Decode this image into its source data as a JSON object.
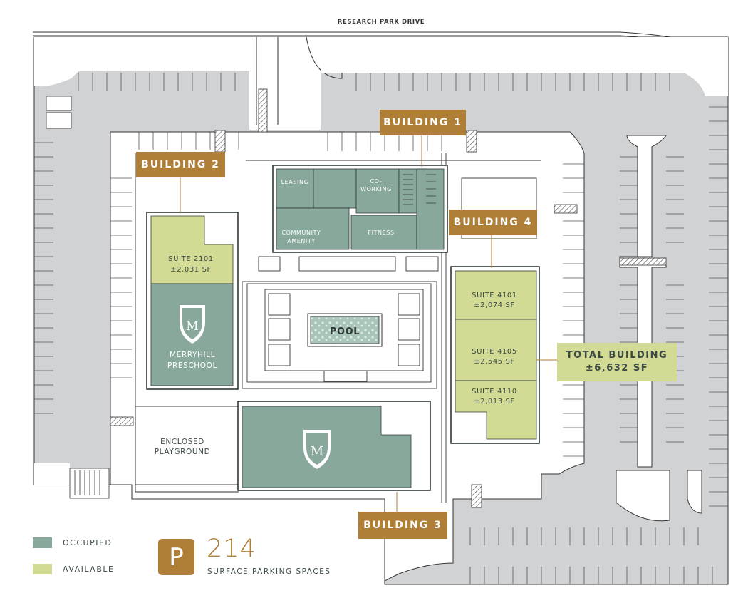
{
  "street": "RESEARCH PARK DRIVE",
  "colors": {
    "occupied": "#88a89c",
    "available": "#d2da93",
    "building_tag": "#b07f37",
    "parking": "#d1d2d4",
    "outline": "#2f3a37"
  },
  "buildings": {
    "b1": "BUILDING 1",
    "b2": "BUILDING 2",
    "b3": "BUILDING 3",
    "b4": "BUILDING 4"
  },
  "building1": {
    "leasing": "LEASING",
    "coworking_1": "CO-",
    "coworking_2": "WORKING",
    "community_1": "COMMUNITY",
    "community_2": "AMENITY",
    "fitness": "FITNESS"
  },
  "building2": {
    "suite_2101_name": "SUITE 2101",
    "suite_2101_sf": "±2,031 SF",
    "tenant_1": "MERRYHILL",
    "tenant_2": "PRESCHOOL",
    "playground_1": "ENCLOSED",
    "playground_2": "PLAYGROUND"
  },
  "pool": "POOL",
  "building4": {
    "suites": [
      {
        "name": "SUITE 4101",
        "sf": "±2,074 SF"
      },
      {
        "name": "SUITE 4105",
        "sf": "±2,545 SF"
      },
      {
        "name": "SUITE 4110",
        "sf": "±2,013 SF"
      }
    ],
    "total_label": "TOTAL BUILDING",
    "total_sf": "±6,632 SF"
  },
  "legend": {
    "occupied": "OCCUPIED",
    "available": "AVAILABLE"
  },
  "parking": {
    "badge": "P",
    "count": "214",
    "label": "SURFACE PARKING SPACES"
  }
}
